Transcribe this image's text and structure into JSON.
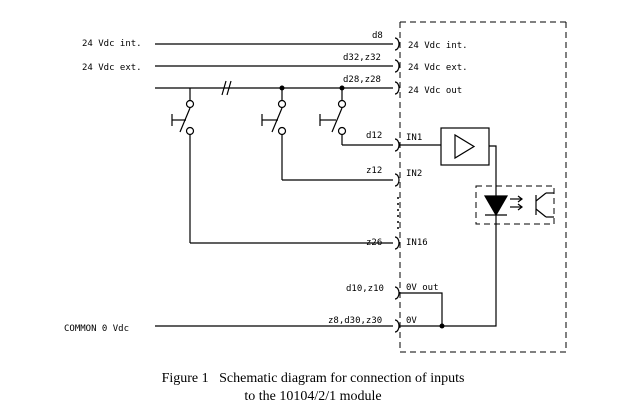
{
  "left_labels": {
    "vdc_int": "24 Vdc int.",
    "vdc_ext": "24 Vdc ext.",
    "common": "COMMON 0 Vdc"
  },
  "pins": {
    "d8": "d8",
    "d32_z32": "d32,z32",
    "d28_z28": "d28,z28",
    "d12": "d12",
    "z12": "z12",
    "z26": "z26",
    "d10_z10": "d10,z10",
    "z8_d30_z30": "z8,d30,z30"
  },
  "module_labels": {
    "vdc_int": "24 Vdc int.",
    "vdc_ext": "24 Vdc ext.",
    "vdc_out": "24 Vdc out",
    "in1": "IN1",
    "in2": "IN2",
    "in16": "IN16",
    "ov_out": "0V out",
    "ov": "0V"
  },
  "caption": {
    "line1": "Figure 1   Schematic diagram for connection of inputs",
    "line2": "to the 10104/2/1 module"
  }
}
